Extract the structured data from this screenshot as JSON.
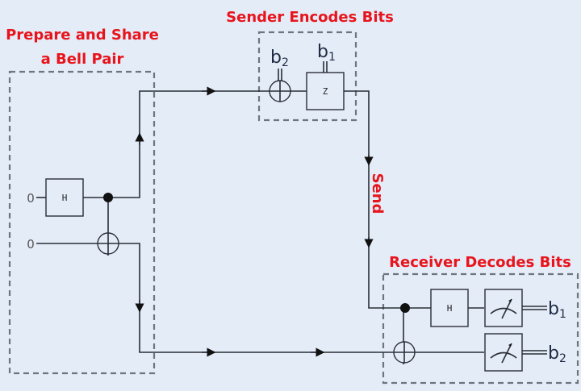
{
  "diagram": {
    "title_prepare_line1": "Prepare and Share",
    "title_prepare_line2": "a Bell Pair",
    "title_sender": "Sender Encodes Bits",
    "title_send": "Send",
    "title_receiver": "Receiver Decodes Bits",
    "qubit_init_top": "0",
    "qubit_init_bottom": "0",
    "gate_h_prepare": "H",
    "gate_z": "Z",
    "gate_h_receiver": "H",
    "sender_control_b2": {
      "base": "b",
      "sub": "2"
    },
    "sender_control_b1": {
      "base": "b",
      "sub": "1"
    },
    "output_b1": {
      "base": "b",
      "sub": "1"
    },
    "output_b2": {
      "base": "b",
      "sub": "2"
    }
  },
  "colors": {
    "title": "#e8141c",
    "background": "#e4ecf8",
    "wire": "#2a2e36",
    "dash": "#6e7480"
  }
}
